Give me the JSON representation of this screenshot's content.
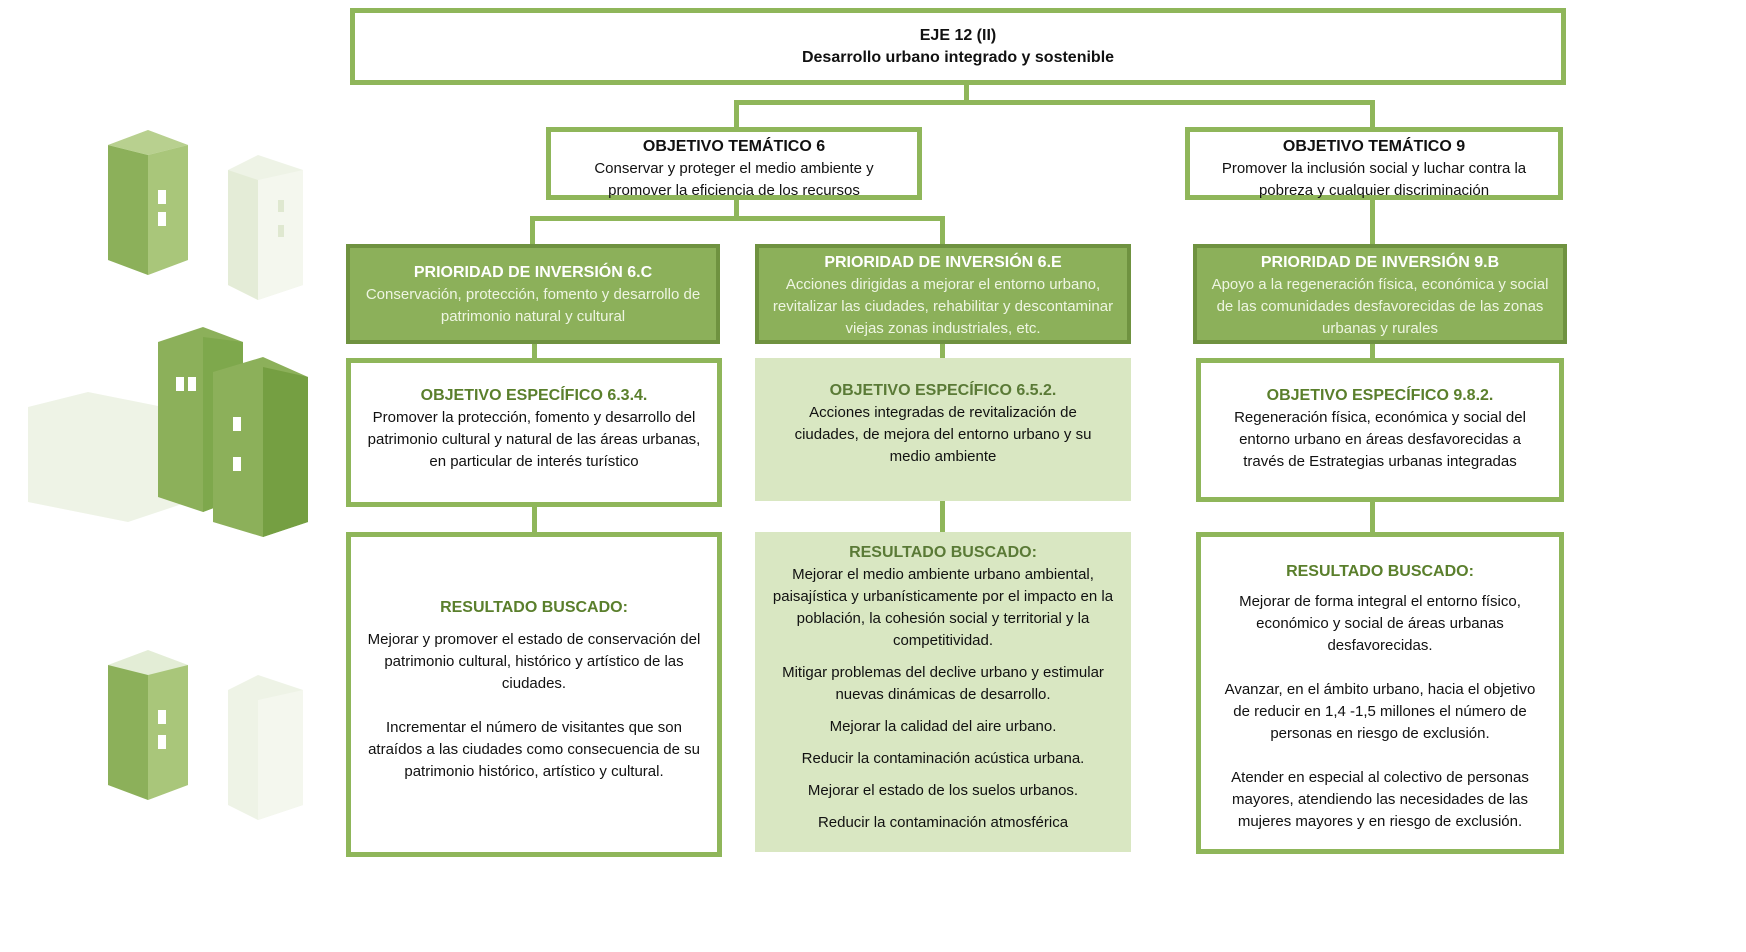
{
  "eje": {
    "line1": "EJE 12 (II)",
    "line2": "Desarrollo urbano integrado y sostenible"
  },
  "ot6": {
    "title": "OBJETIVO TEMÁTICO 6",
    "text": "Conservar y proteger el medio ambiente y promover la eficiencia de los recursos"
  },
  "ot9": {
    "title": "OBJETIVO TEMÁTICO 9",
    "text": "Promover la inclusión social y luchar contra la pobreza y cualquier discriminación"
  },
  "pi6c": {
    "title": "PRIORIDAD DE INVERSIÓN 6.C",
    "text": "Conservación, protección, fomento y desarrollo de patrimonio natural y cultural"
  },
  "pi6e": {
    "title": "PRIORIDAD DE INVERSIÓN 6.E",
    "text": "Acciones dirigidas a mejorar el entorno urbano, revitalizar las ciudades, rehabilitar y descontaminar viejas zonas industriales, etc."
  },
  "pi9b": {
    "title": "PRIORIDAD DE INVERSIÓN 9.B",
    "text": "Apoyo a la regeneración física, económica y social de las comunidades desfavorecidas de las zonas urbanas y rurales"
  },
  "oe634": {
    "title": "OBJETIVO ESPECÍFICO  6.3.4.",
    "text": "Promover la protección, fomento y desarrollo del patrimonio cultural y natural de las áreas urbanas, en particular de interés turístico"
  },
  "oe652": {
    "title": "OBJETIVO ESPECÍFICO  6.5.2.",
    "text": "Acciones integradas de revitalización de ciudades, de mejora del entorno urbano y su medio ambiente"
  },
  "oe982": {
    "title": "OBJETIVO ESPECÍFICO  9.8.2.",
    "text": "Regeneración física, económica y social del entorno urbano en áreas desfavorecidas a través de Estrategias urbanas integradas"
  },
  "res1": {
    "title": "RESULTADO BUSCADO:",
    "items": [
      "Mejorar y promover el estado de conservación del patrimonio cultural, histórico y artístico de las ciudades.",
      "Incrementar el número de visitantes que son atraídos a las ciudades como consecuencia de su patrimonio histórico, artístico y cultural."
    ]
  },
  "res2": {
    "title": "RESULTADO BUSCADO:",
    "items": [
      "Mejorar el medio ambiente urbano ambiental, paisajística y urbanísticamente por el impacto en la población, la cohesión social y territorial y la competitividad.",
      "Mitigar problemas del declive urbano y estimular nuevas dinámicas de desarrollo.",
      "Mejorar la calidad del aire urbano.",
      "Reducir la contaminación acústica urbana.",
      "Mejorar el estado de los suelos urbanos.",
      "Reducir la contaminación atmosférica"
    ]
  },
  "res3": {
    "title": "RESULTADO BUSCADO:",
    "items": [
      "Mejorar de forma integral el entorno físico, económico y social de áreas urbanas desfavorecidas.",
      "Avanzar, en el ámbito urbano, hacia el objetivo de reducir en 1,4  -1,5 millones el número de personas en riesgo de exclusión.",
      "Atender en especial al colectivo de personas mayores, atendiendo las necesidades de las mujeres mayores y en riesgo de exclusión."
    ]
  },
  "colors": {
    "border": "#8fb65a",
    "dark_fill": "#8cb05a",
    "light_fill": "#d9e7c2",
    "heading_green": "#5a7f2c"
  }
}
